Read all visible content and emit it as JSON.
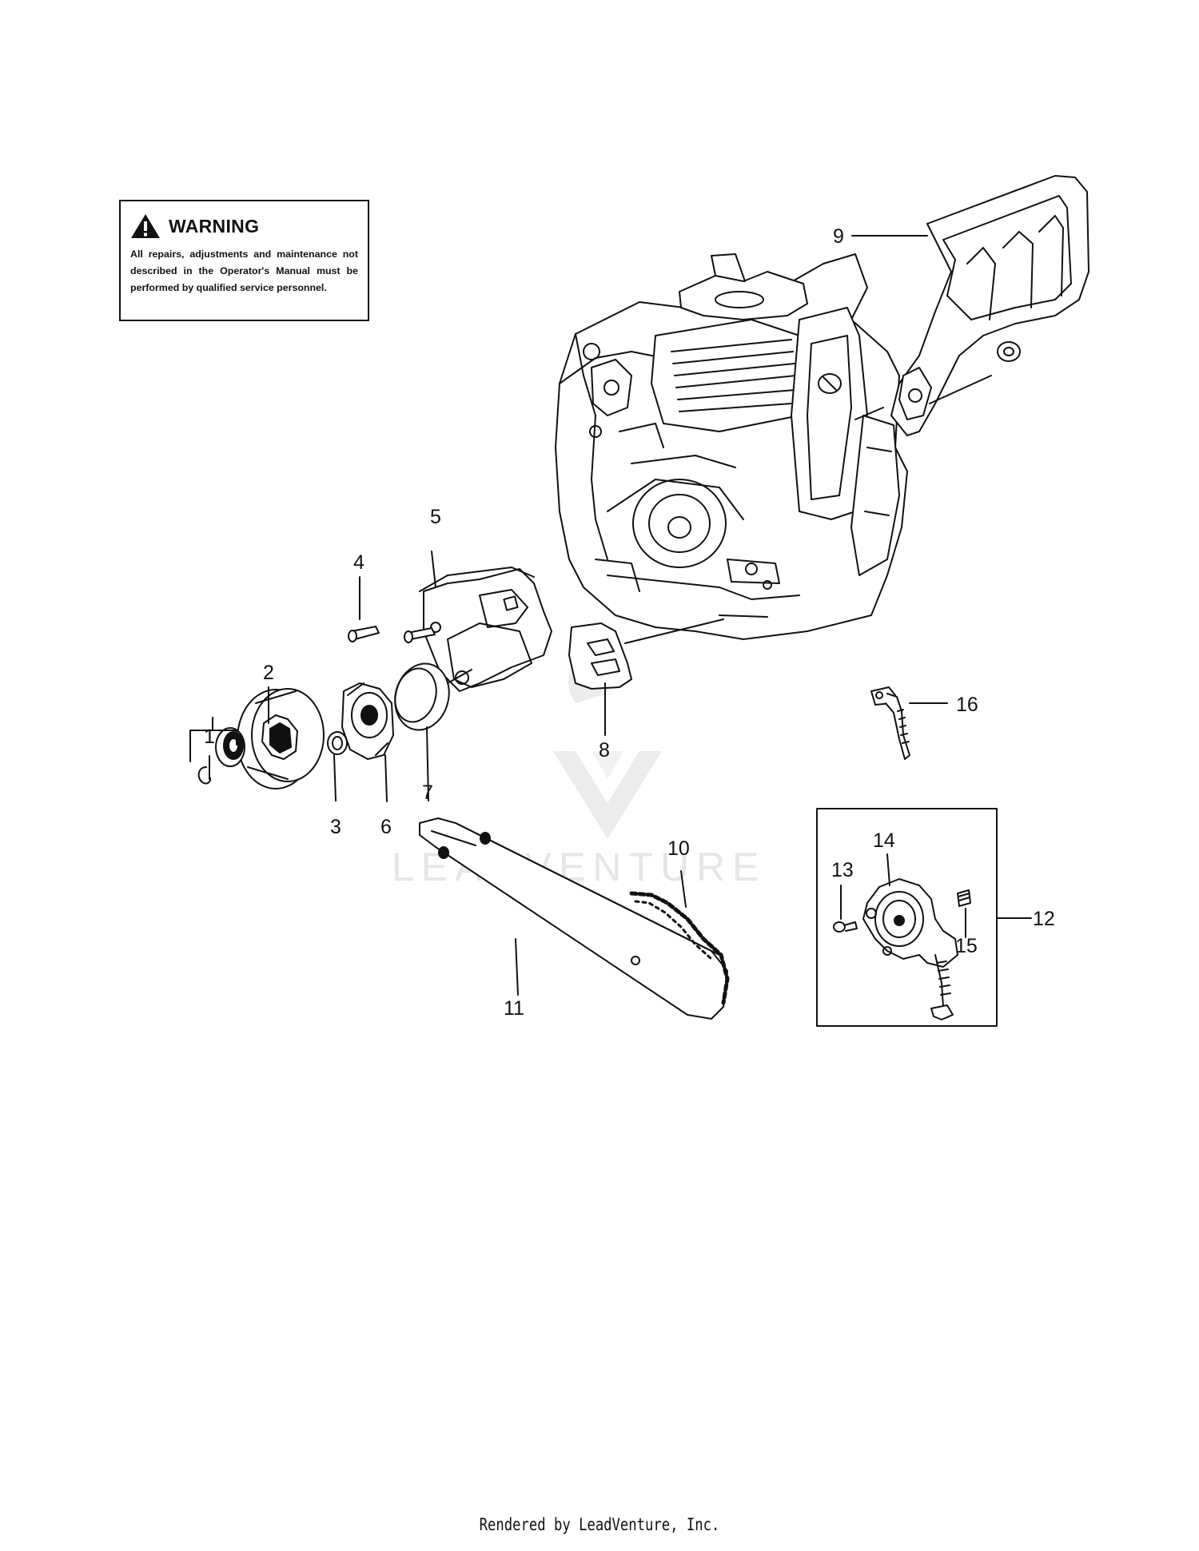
{
  "warning": {
    "title": "WARNING",
    "text": "All repairs, adjustments and maintenance not described in the Operator's Manual must be performed by qualified  service personnel."
  },
  "watermark": {
    "text": "LEADVENTURE"
  },
  "callouts": [
    {
      "id": "1",
      "label": "1"
    },
    {
      "id": "2",
      "label": "2"
    },
    {
      "id": "3",
      "label": "3"
    },
    {
      "id": "4",
      "label": "4"
    },
    {
      "id": "5",
      "label": "5"
    },
    {
      "id": "6",
      "label": "6"
    },
    {
      "id": "7",
      "label": "7"
    },
    {
      "id": "8",
      "label": "8"
    },
    {
      "id": "9",
      "label": "9"
    },
    {
      "id": "10",
      "label": "10"
    },
    {
      "id": "11",
      "label": "11"
    },
    {
      "id": "12",
      "label": "12"
    },
    {
      "id": "13",
      "label": "13"
    },
    {
      "id": "14",
      "label": "14"
    },
    {
      "id": "15",
      "label": "15"
    },
    {
      "id": "16",
      "label": "16"
    }
  ],
  "footer": {
    "text": "Rendered by LeadVenture, Inc."
  },
  "colors": {
    "line": "#111111",
    "watermark": "#e6e6e6",
    "background": "#ffffff"
  }
}
